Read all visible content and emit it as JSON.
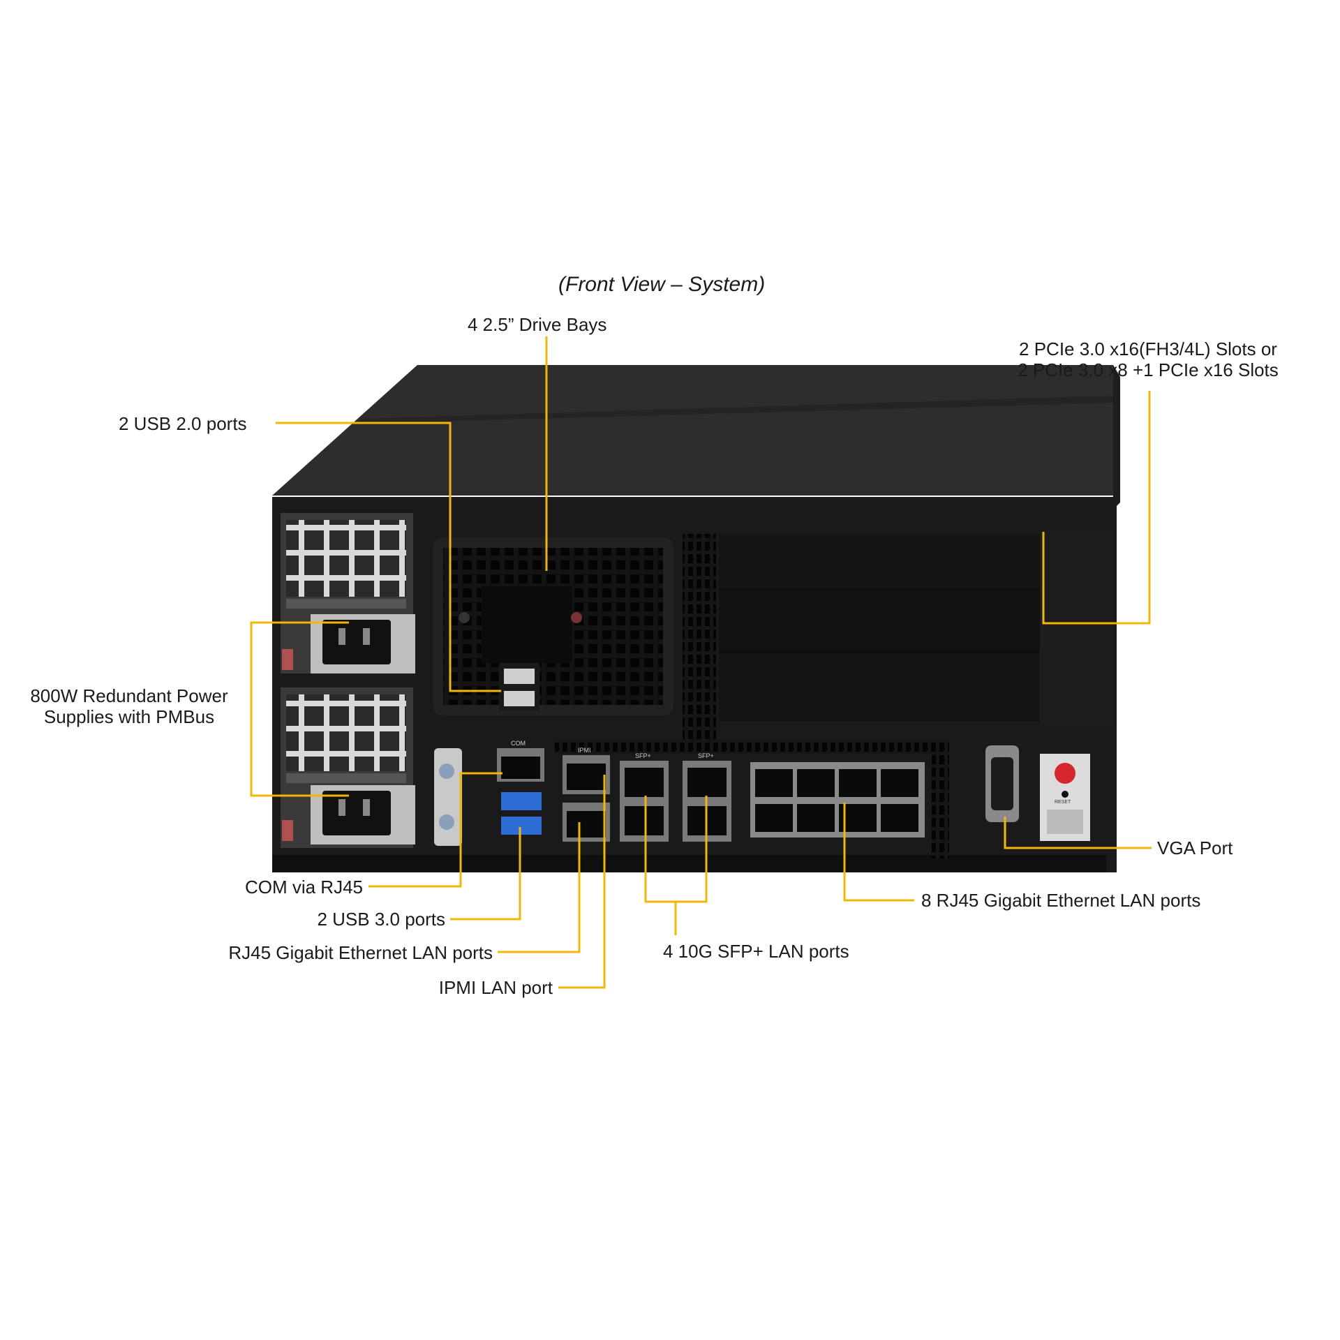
{
  "caption": "(Front View – System)",
  "callouts": {
    "drive_bays": "4 2.5” Drive Bays",
    "pcie_line1": "2 PCIe 3.0 x16(FH3/4L) Slots or",
    "pcie_line2": "2 PCIe 3.0 x8 +1 PCIe x16 Slots",
    "usb2": "2 USB 2.0 ports",
    "psu_line1": "800W Redundant Power",
    "psu_line2": "Supplies with PMBus",
    "vga": "VGA Port",
    "rj45_8": "8 RJ45 Gigabit Ethernet LAN ports",
    "com": "COM via RJ45",
    "usb3": "2 USB 3.0 ports",
    "rj45_lan": "RJ45 Gigabit Ethernet LAN ports",
    "sfp": "4 10G SFP+ LAN ports",
    "ipmi": "IPMI LAN port"
  },
  "panel_marks": {
    "com": "COM",
    "ipmi": "IPMI",
    "sfp_a": "SFP+",
    "sfp_b": "SFP+",
    "reset": "RESET"
  },
  "colors": {
    "leader": "#f2b705",
    "chassis": "#1b1b1b",
    "chassis_top": "#2a2a2a",
    "power_button": "#d7262f"
  }
}
